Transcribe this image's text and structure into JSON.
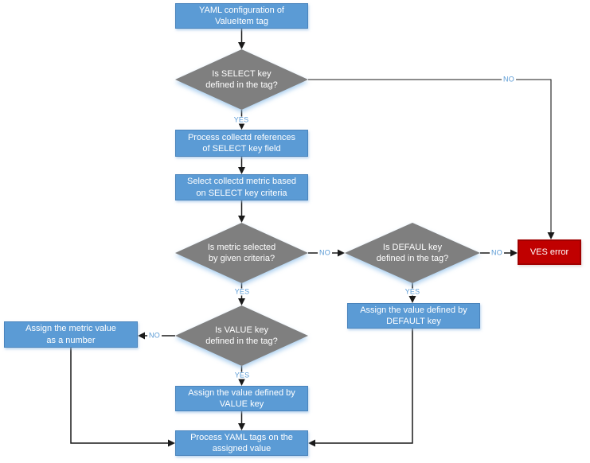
{
  "diagram": {
    "type": "flowchart",
    "colors": {
      "process_fill": "#5B9BD5",
      "process_border": "#4A84BC",
      "decision_fill": "#7F7F7F",
      "error_fill": "#C00000",
      "error_border": "#A00000",
      "text_color": "#FFFFFF",
      "edge_label_color": "#5B9BD5",
      "connector_color": "#1A1A1A"
    },
    "nodes": [
      {
        "id": "start",
        "type": "process",
        "label": "YAML configuration of ValueItem tag",
        "lines": [
          "YAML configuration of",
          "ValueItem tag"
        ]
      },
      {
        "id": "d-select",
        "type": "decision",
        "label": "Is SELECT key defined in the tag?",
        "lines": [
          "Is SELECT key",
          "defined in the tag?"
        ]
      },
      {
        "id": "p-references",
        "type": "process",
        "label": "Process collectd references of SELECT key field",
        "lines": [
          "Process collectd references",
          "of SELECT key field"
        ]
      },
      {
        "id": "p-select-metric",
        "type": "process",
        "label": "Select collectd metric based on SELECT key criteria",
        "lines": [
          "Select collectd metric based",
          "on SELECT key criteria"
        ]
      },
      {
        "id": "d-metric",
        "type": "decision",
        "label": "Is metric selected by given criteria?",
        "lines": [
          "Is metric selected",
          "by given criteria?"
        ]
      },
      {
        "id": "d-default",
        "type": "decision",
        "label": "Is DEFAUL key defined in the tag?",
        "lines": [
          "Is DEFAUL key",
          "defined in the tag?"
        ]
      },
      {
        "id": "ves-error",
        "type": "error",
        "label": "VES error",
        "lines": [
          "VES error"
        ]
      },
      {
        "id": "p-default",
        "type": "process",
        "label": "Assign the value defined by DEFAULT key",
        "lines": [
          "Assign the value defined by",
          "DEFAULT key"
        ]
      },
      {
        "id": "d-value",
        "type": "decision",
        "label": "Is VALUE key defined in the tag?",
        "lines": [
          "Is VALUE key",
          "defined in the tag?"
        ]
      },
      {
        "id": "p-number",
        "type": "process",
        "label": "Assign the metric value as a number",
        "lines": [
          "Assign the metric value",
          "as a number"
        ]
      },
      {
        "id": "p-value",
        "type": "process",
        "label": "Assign the value defined by VALUE key",
        "lines": [
          "Assign the value defined by",
          "VALUE key"
        ]
      },
      {
        "id": "p-yaml",
        "type": "process",
        "label": "Process YAML tags on the assigned value",
        "lines": [
          "Process YAML tags on the",
          "assigned value"
        ]
      }
    ],
    "edge_labels": [
      {
        "id": "select-yes",
        "from": "d-select",
        "to": "p-references",
        "label": "YES"
      },
      {
        "id": "select-no",
        "from": "d-select",
        "to": "ves-error",
        "label": "NO"
      },
      {
        "id": "metric-no",
        "from": "d-metric",
        "to": "d-default",
        "label": "NO"
      },
      {
        "id": "metric-yes",
        "from": "d-metric",
        "to": "d-value",
        "label": "YES"
      },
      {
        "id": "default-no",
        "from": "d-default",
        "to": "ves-error",
        "label": "NO"
      },
      {
        "id": "default-yes",
        "from": "d-default",
        "to": "p-default",
        "label": "YES"
      },
      {
        "id": "value-no",
        "from": "d-value",
        "to": "p-number",
        "label": "NO"
      },
      {
        "id": "value-yes",
        "from": "d-value",
        "to": "p-value",
        "label": "YES"
      }
    ]
  }
}
